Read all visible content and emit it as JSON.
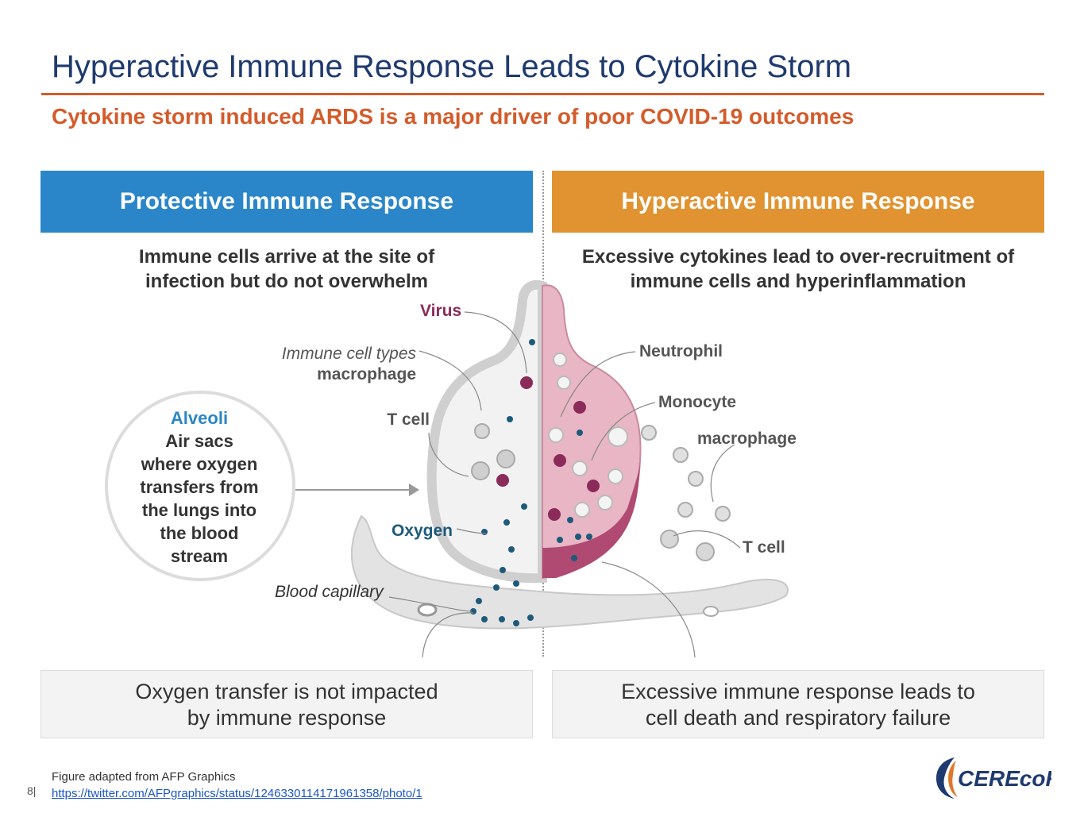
{
  "slide": {
    "title": "Hyperactive Immune Response Leads to Cytokine Storm",
    "subtitle": "Cytokine storm induced ARDS is a major driver of poor COVID-19 outcomes",
    "page_number": "8|"
  },
  "left_panel": {
    "header": "Protective Immune Response",
    "header_color": "#2a86c8",
    "description_lines": [
      "Immune cells arrive at the site of",
      "infection but do not overwhelm"
    ],
    "outcome_lines": [
      "Oxygen transfer is not impacted",
      "by immune response"
    ]
  },
  "right_panel": {
    "header": "Hyperactive Immune Response",
    "header_color": "#e09330",
    "description_lines": [
      "Excessive cytokines lead to over-recruitment of",
      "immune cells and hyperinflammation"
    ],
    "outcome_lines": [
      "Excessive immune response leads to",
      "cell death and respiratory failure"
    ]
  },
  "diagram": {
    "labels": {
      "virus": "Virus",
      "immune_cell_types": "Immune cell types",
      "macrophage_left": "macrophage",
      "t_cell_left": "T cell",
      "oxygen": "Oxygen",
      "blood_capillary": "Blood capillary",
      "neutrophil": "Neutrophil",
      "monocyte": "Monocyte",
      "macrophage_right": "macrophage",
      "t_cell_right": "T cell"
    },
    "alveoli_callout": {
      "title": "Alveoli",
      "lines": [
        "Air sacs",
        "where oxygen",
        "transfers from",
        "the lungs into",
        "the blood",
        "stream"
      ]
    },
    "colors": {
      "virus": "#8b2b5a",
      "oxygen": "#1d5a7a",
      "inflamed_tissue": "#e8b6c4",
      "inflamed_edge": "#b04a73",
      "healthy_tissue": "#e6e6e6"
    }
  },
  "footnote": {
    "text": "Figure adapted from AFP Graphics",
    "link": "https://twitter.com/AFPgraphics/status/1246330114171961358/photo/1"
  },
  "logo": {
    "text": "CEREcoR",
    "brand_color": "#1f3a6e",
    "accent_color": "#e0782a"
  }
}
